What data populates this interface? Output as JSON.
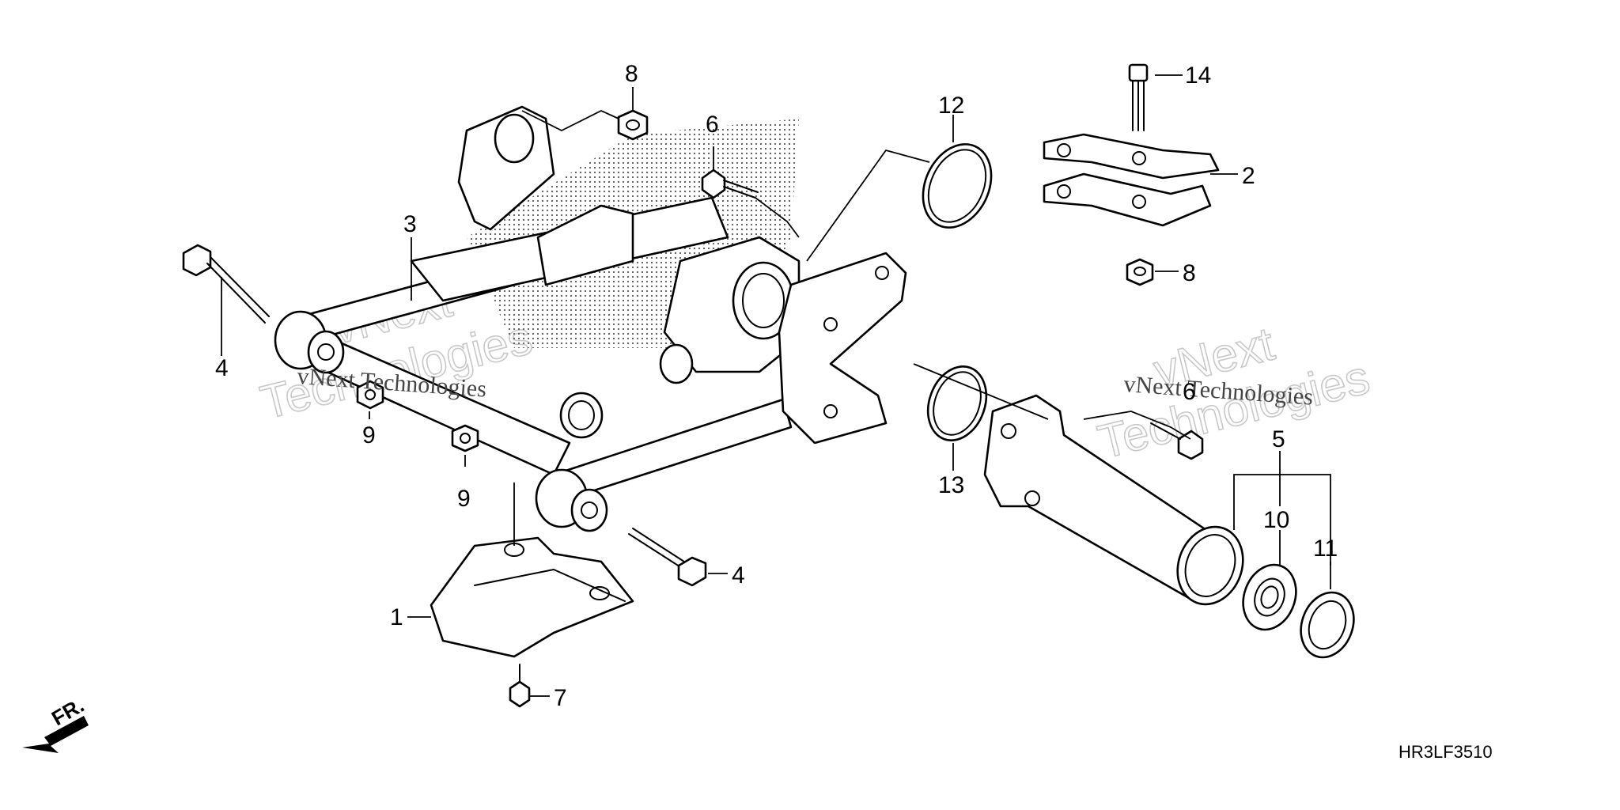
{
  "diagram": {
    "callouts": [
      {
        "id": "c1",
        "label": "1"
      },
      {
        "id": "c2",
        "label": "2"
      },
      {
        "id": "c3",
        "label": "3"
      },
      {
        "id": "c4a",
        "label": "4"
      },
      {
        "id": "c4b",
        "label": "4"
      },
      {
        "id": "c5",
        "label": "5"
      },
      {
        "id": "c6a",
        "label": "6"
      },
      {
        "id": "c6b",
        "label": "6"
      },
      {
        "id": "c7",
        "label": "7"
      },
      {
        "id": "c8a",
        "label": "8"
      },
      {
        "id": "c8b",
        "label": "8"
      },
      {
        "id": "c9a",
        "label": "9"
      },
      {
        "id": "c9b",
        "label": "9"
      },
      {
        "id": "c10",
        "label": "10"
      },
      {
        "id": "c11",
        "label": "11"
      },
      {
        "id": "c12",
        "label": "12"
      },
      {
        "id": "c13",
        "label": "13"
      },
      {
        "id": "c14",
        "label": "14"
      }
    ],
    "drawing_code": "HR3LF3510",
    "front_arrow_label": "FR.",
    "watermarks": {
      "big_left_line1": "vNext",
      "big_left_line2": "Technologies",
      "big_right_line1": "vNext",
      "big_right_line2": "Technologies",
      "small_left": "vNext Technologies",
      "small_right": "vNext Technologies"
    }
  }
}
